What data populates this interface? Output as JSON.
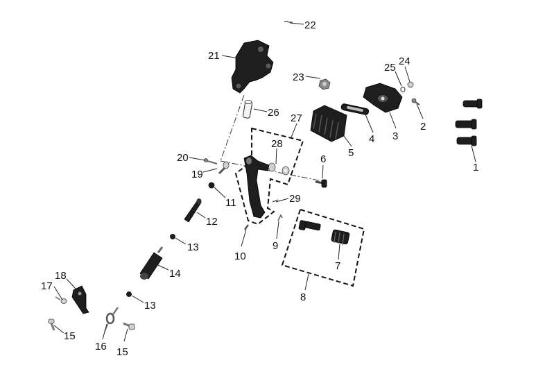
{
  "callouts": {
    "c1": "1",
    "c2": "2",
    "c3": "3",
    "c4": "4",
    "c5": "5",
    "c6": "6",
    "c7": "7",
    "c8": "8",
    "c9": "9",
    "c10": "10",
    "c11": "11",
    "c12": "12",
    "c13a": "13",
    "c13b": "13",
    "c14": "14",
    "c15a": "15",
    "c15b": "15",
    "c16": "16",
    "c17": "17",
    "c18": "18",
    "c19": "19",
    "c20": "20",
    "c21": "21",
    "c22": "22",
    "c23": "23",
    "c24": "24",
    "c25": "25",
    "c26": "26",
    "c27": "27",
    "c28": "28",
    "c29": "29"
  }
}
